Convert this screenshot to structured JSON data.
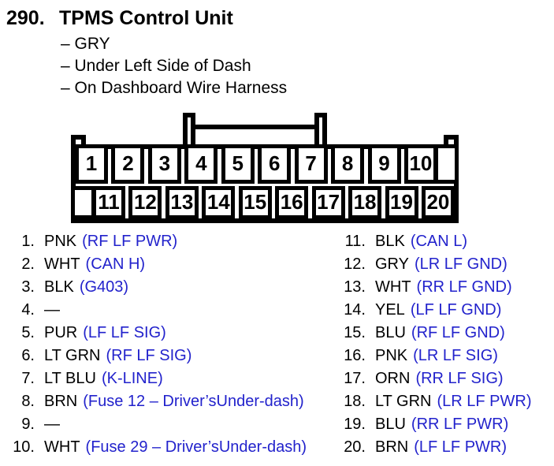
{
  "header": {
    "index": "290.",
    "title": "TPMS Control Unit",
    "details": [
      "– GRY",
      "– Under Left Side of Dash",
      "– On Dashboard Wire Harness"
    ]
  },
  "connector": {
    "top_pins": [
      "1",
      "2",
      "3",
      "4",
      "5",
      "6",
      "7",
      "8",
      "9",
      "10"
    ],
    "bottom_pins": [
      "11",
      "12",
      "13",
      "14",
      "15",
      "16",
      "17",
      "18",
      "19",
      "20"
    ]
  },
  "pin_list": {
    "left": [
      {
        "num": "1.",
        "wire": "PNK",
        "signal": "(RF LF PWR)"
      },
      {
        "num": "2.",
        "wire": "WHT",
        "signal": "(CAN H)"
      },
      {
        "num": "3.",
        "wire": "BLK",
        "signal": "(G403)"
      },
      {
        "num": "4.",
        "wire": "—",
        "signal": ""
      },
      {
        "num": "5.",
        "wire": "PUR",
        "signal": "(LF LF SIG)"
      },
      {
        "num": "6.",
        "wire": "LT GRN",
        "signal": "(RF LF SIG)"
      },
      {
        "num": "7.",
        "wire": "LT BLU",
        "signal": "(K-LINE)"
      },
      {
        "num": "8.",
        "wire": "BRN",
        "signal": "(Fuse 12 – Driver’sUnder-dash)"
      },
      {
        "num": "9.",
        "wire": "—",
        "signal": ""
      },
      {
        "num": "10.",
        "wire": "WHT",
        "signal": "(Fuse 29 – Driver’sUnder-dash)"
      }
    ],
    "right": [
      {
        "num": "11.",
        "wire": "BLK",
        "signal": "(CAN L)"
      },
      {
        "num": "12.",
        "wire": "GRY",
        "signal": "(LR LF GND)"
      },
      {
        "num": "13.",
        "wire": "WHT",
        "signal": "(RR LF GND)"
      },
      {
        "num": "14.",
        "wire": "YEL",
        "signal": "(LF LF GND)"
      },
      {
        "num": "15.",
        "wire": "BLU",
        "signal": "(RF LF GND)"
      },
      {
        "num": "16.",
        "wire": "PNK",
        "signal": "(LR LF SIG)"
      },
      {
        "num": "17.",
        "wire": "ORN",
        "signal": "(RR LF SIG)"
      },
      {
        "num": "18.",
        "wire": "LT GRN",
        "signal": "(LR LF PWR)"
      },
      {
        "num": "19.",
        "wire": "BLU",
        "signal": "(RR LF PWR)"
      },
      {
        "num": "20.",
        "wire": "BRN",
        "signal": "(LF LF PWR)"
      }
    ]
  },
  "colors": {
    "ink": "#000000",
    "signal_blue": "#2222cc"
  }
}
